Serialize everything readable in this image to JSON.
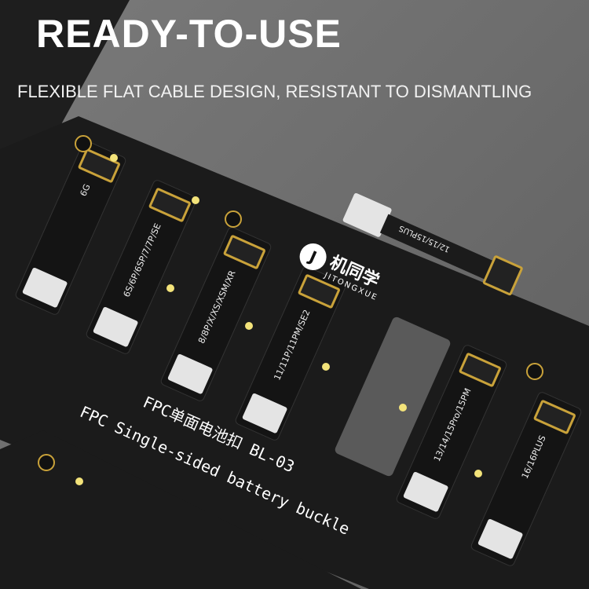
{
  "headline": "READY-TO-USE",
  "subheadline": "FLEXIBLE FLAT CABLE DESIGN, RESISTANT TO DISMANTLING",
  "brand": {
    "mark": "J",
    "name_cn": "机同学",
    "name_en": "JITONGXUE"
  },
  "board": {
    "title_cn": "FPC单面电池扣 BL-03",
    "title_en": "FPC Single-sided battery buckle",
    "slots": [
      {
        "label": "6G"
      },
      {
        "label": "6S/6P/6SP/7/7P/SE"
      },
      {
        "label": "8/8P/X/XS/XSM/XR"
      },
      {
        "label": "11/11P/11PM/SE2"
      },
      {
        "label": "13/14/15Pro/15PM"
      },
      {
        "label": "16/16PLUS"
      }
    ]
  },
  "loose_cable": {
    "label": "12/15/15PLUS"
  },
  "colors": {
    "board": "#1b1b1b",
    "gold": "#c9a23a",
    "pad": "#e4e4e4",
    "background": "#707070"
  }
}
